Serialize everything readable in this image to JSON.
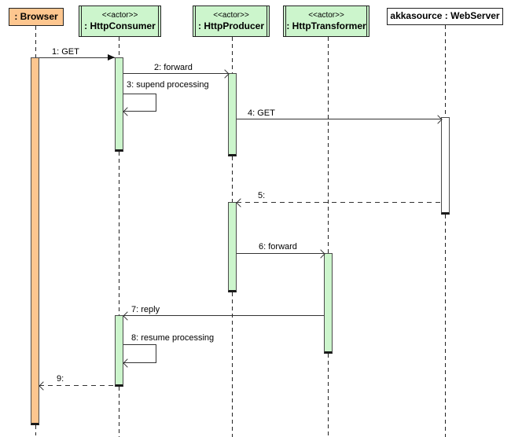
{
  "participants": [
    {
      "id": "browser",
      "stereotype": "",
      "name": ": Browser"
    },
    {
      "id": "http-consumer",
      "stereotype": "<<actor>>",
      "name": ": HttpConsumer"
    },
    {
      "id": "http-producer",
      "stereotype": "<<actor>>",
      "name": ": HttpProducer"
    },
    {
      "id": "http-transformer",
      "stereotype": "<<actor>>",
      "name": ": HttpTransformer"
    },
    {
      "id": "web-server",
      "stereotype": "",
      "name": "akkasource : WebServer"
    }
  ],
  "messages": [
    {
      "label": "1: GET",
      "from": ": Browser",
      "to": ": HttpConsumer",
      "line": "solid",
      "arrow": "filled",
      "self": false
    },
    {
      "label": "2: forward",
      "from": ": HttpConsumer",
      "to": ": HttpProducer",
      "line": "solid",
      "arrow": "open",
      "self": false
    },
    {
      "label": "3: supend processing",
      "from": ": HttpConsumer",
      "to": ": HttpConsumer",
      "line": "solid",
      "arrow": "open",
      "self": true
    },
    {
      "label": "4: GET",
      "from": ": HttpProducer",
      "to": "akkasource : WebServer",
      "line": "solid",
      "arrow": "open",
      "self": false
    },
    {
      "label": "5:",
      "from": "akkasource : WebServer",
      "to": ": HttpProducer",
      "line": "dashed",
      "arrow": "open",
      "self": false
    },
    {
      "label": "6: forward",
      "from": ": HttpProducer",
      "to": ": HttpTransformer",
      "line": "solid",
      "arrow": "open",
      "self": false
    },
    {
      "label": "7: reply",
      "from": ": HttpTransformer",
      "to": ": HttpConsumer",
      "line": "solid",
      "arrow": "open",
      "self": false
    },
    {
      "label": "8: resume processing",
      "from": ": HttpConsumer",
      "to": ": HttpConsumer",
      "line": "solid",
      "arrow": "open",
      "self": true
    },
    {
      "label": "9:",
      "from": ": HttpConsumer",
      "to": ": Browser",
      "line": "dashed",
      "arrow": "open",
      "self": false
    }
  ],
  "colors": {
    "actor_fill": "#ccf5cc",
    "browser_fill": "#fdc68f",
    "webserver_fill": "#ffffff",
    "line": "#333333",
    "background": "#ffffff"
  }
}
